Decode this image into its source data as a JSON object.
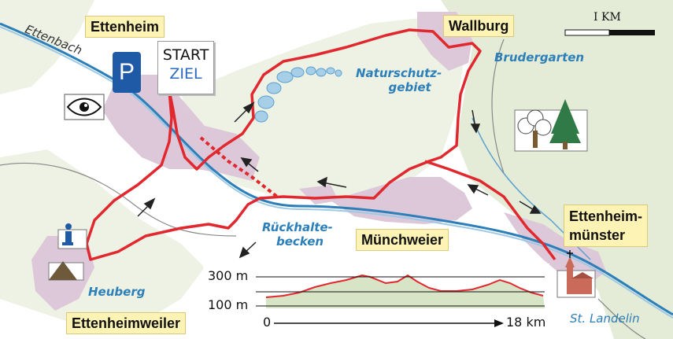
{
  "map": {
    "towns": {
      "ettenheim": "Ettenheim",
      "wallburg": "Wallburg",
      "muenchweier": "Münchweier",
      "ettenheimmuenster_line1": "Ettenheim-",
      "ettenheimmuenster_line2": "münster",
      "ettenheimweiler": "Ettenheimweiler"
    },
    "places": {
      "ettenbach": "Ettenbach",
      "brudergarten": "Brudergarten",
      "naturschutzgebiet_line1": "Naturschutz-",
      "naturschutzgebiet_line2": "gebiet",
      "rueckhaltebecken_line1": "Rückhalte-",
      "rueckhaltebecken_line2": "becken",
      "heuberg": "Heuberg",
      "st_landelin": "St. Landelin"
    },
    "start_box": {
      "start": "START",
      "ziel": "ZIEL"
    },
    "parking_symbol": "P",
    "scale_bar": {
      "label": "I KM"
    },
    "elevation_profile": {
      "y_label_high": "300 m",
      "y_label_low": "100 m",
      "x_start": "0",
      "x_end": "18 km"
    },
    "icons": [
      "parking-icon",
      "viewpoint-eye-icon",
      "forest-trees-icon",
      "information-icon",
      "mountain-icon",
      "church-icon"
    ],
    "colors": {
      "route": "#e0282e",
      "water": "#2c7fb8",
      "forest": "#e4ecd8",
      "settlement": "#dcc8d8",
      "label_bg": "#fdf3b5"
    }
  }
}
